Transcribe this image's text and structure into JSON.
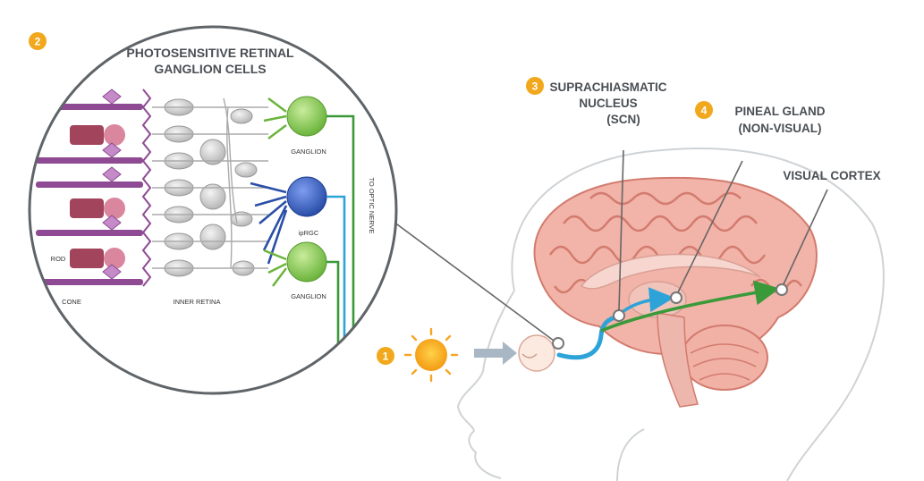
{
  "steps": {
    "one": "1",
    "two": "2",
    "three": "3",
    "four": "4"
  },
  "retina": {
    "title_line1": "PHOTOSENSITIVE RETINAL",
    "title_line2": "GANGLION CELLS",
    "ganglion_top": "GANGLION",
    "iprgc": "ipRGC",
    "ganglion_bottom": "GANGLION",
    "rod": "ROD",
    "cone": "CONE",
    "inner_retina": "INNER RETINA",
    "optic_nerve": "TO OPTIC NERVE"
  },
  "brain": {
    "scn_line1": "SUPRACHIASMATIC",
    "scn_line2": "NUCLEUS",
    "scn_line3": "(SCN)",
    "pineal_line1": "PINEAL GLAND",
    "pineal_line2": "(NON-VISUAL)",
    "visual_cortex": "VISUAL CORTEX"
  },
  "colors": {
    "badge": "#f2a81d",
    "sun": "#f5a623",
    "ganglion_green": "#7bbf4a",
    "iprgc_blue": "#3b63b8",
    "signal_blue": "#2ea3d8",
    "signal_green": "#3a9a3a",
    "rod_cone": "#9b4f9b",
    "brain_pink": "#ee9e92"
  }
}
